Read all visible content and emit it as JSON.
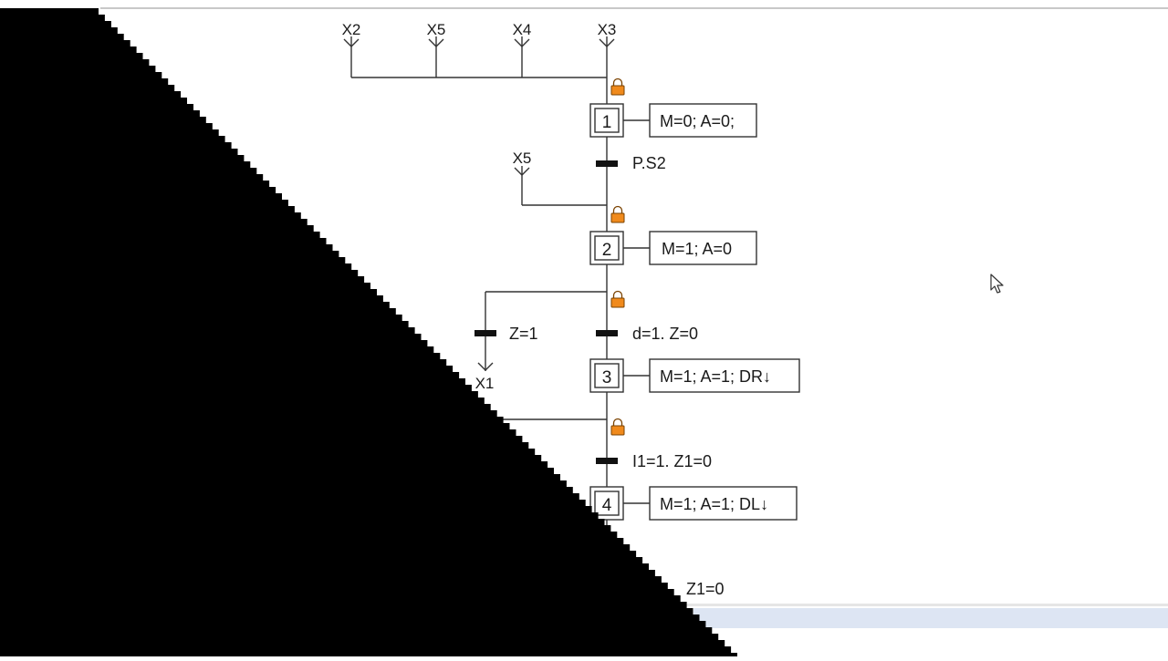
{
  "diagram": {
    "colors": {
      "line": "#333333",
      "lock": "#f08a1c",
      "lock_border": "#7a4200",
      "background": "#ffffff",
      "wipe": "#000000",
      "bottom_band": "#dde5f3"
    },
    "top_inputs": [
      "X2",
      "X5",
      "X4",
      "X3"
    ],
    "steps": [
      {
        "number": "1",
        "action": "M=0; A=0;",
        "initial": true
      },
      {
        "number": "2",
        "action": "M=1; A=0"
      },
      {
        "number": "3",
        "action": "M=1; A=1; DR↓"
      },
      {
        "number": "4",
        "action": "M=1; A=1; DL↓"
      }
    ],
    "transitions": {
      "t1": "P.S2",
      "t2_main": "d=1. Z=0",
      "t2_branch": "Z=1",
      "t3": "I1=1. Z1=0",
      "t4": "Z1=0"
    },
    "jumps": {
      "into_step2": "X5",
      "branch_target": "X1"
    },
    "lock_icon": "padlock-icon",
    "cursor_icon": "mouse-pointer-icon"
  }
}
